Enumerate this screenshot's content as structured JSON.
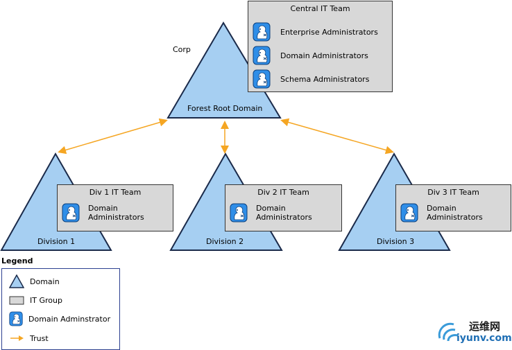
{
  "corp_label": "Corp",
  "forest": {
    "label": "Forest Root Domain"
  },
  "central_team": {
    "title": "Central IT Team",
    "members": [
      "Enterprise Administrators",
      "Domain Administrators",
      "Schema Administrators"
    ]
  },
  "divisions": [
    {
      "label": "Division 1",
      "team": "Div 1 IT Team",
      "admin_line1": "Domain",
      "admin_line2": "Administrators"
    },
    {
      "label": "Division 2",
      "team": "Div 2 IT Team",
      "admin_line1": "Domain",
      "admin_line2": "Administrators"
    },
    {
      "label": "Division 3",
      "team": "Div 3 IT Team",
      "admin_line1": "Domain",
      "admin_line2": "Administrators"
    }
  ],
  "legend": {
    "title": "Legend",
    "items": [
      "Domain",
      "IT Group",
      "Domain Adminstrator",
      "Trust"
    ]
  },
  "watermark": {
    "line1": "运维网",
    "line2": "iyunv.com"
  },
  "colors": {
    "domain_fill": "#a6cff2",
    "domain_stroke": "#1a2a4a",
    "group_fill": "#d8d8d8",
    "trust": "#f5a623",
    "icon_blue": "#2f8ee8"
  }
}
